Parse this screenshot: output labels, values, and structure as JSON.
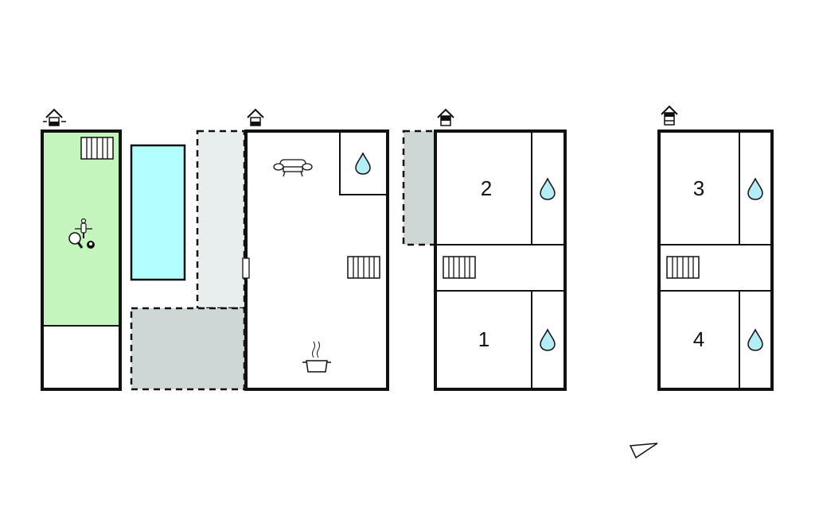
{
  "rooms": {
    "bedroom_2": "2",
    "bedroom_1": "1",
    "bedroom_3": "3",
    "bedroom_4": "4"
  },
  "colors": {
    "activity_room": "#c3f5bd",
    "pool": "#b3ffff",
    "terrace_light": "#e8eded",
    "terrace_grey": "#cfd6d6",
    "water_drop": "#b3eef5",
    "wall": "#111111"
  },
  "icons": [
    "floor-level-icon",
    "radiator-icon",
    "table-football-icon",
    "ping-pong-icon",
    "billiard-ball-icon",
    "sofa-icon",
    "water-drop-icon",
    "cooking-pot-icon",
    "north-arrow-icon"
  ]
}
